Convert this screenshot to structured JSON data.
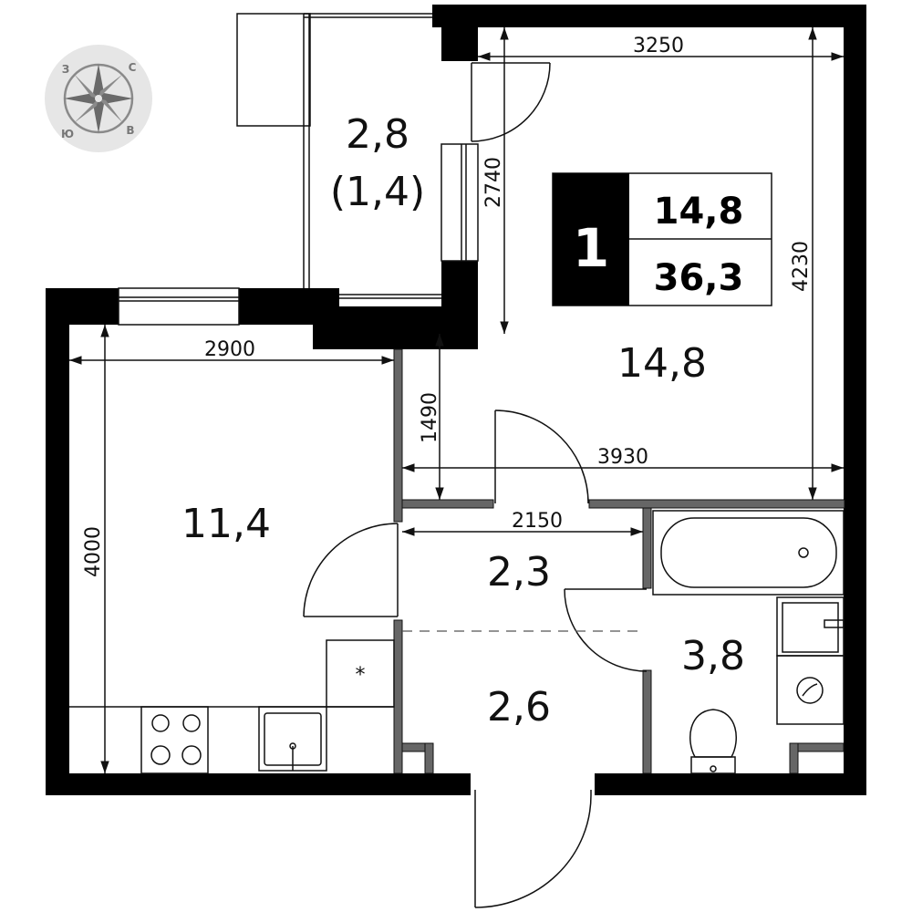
{
  "compass": {
    "north": "С",
    "west": "З",
    "south": "Ю",
    "east": "В"
  },
  "apartment": {
    "rooms": "1",
    "living_area": "14,8",
    "total_area": "36,3"
  },
  "rooms": {
    "balcony": {
      "area": "2,8",
      "reduced": "(1,4)"
    },
    "living": {
      "area": "14,8"
    },
    "kitchen": {
      "area": "11,4"
    },
    "corridor": {
      "area": "2,3"
    },
    "hall": {
      "area": "2,6"
    },
    "bathroom": {
      "area": "3,8"
    }
  },
  "dimensions": {
    "d3250": "3250",
    "d2740": "2740",
    "d4230": "4230",
    "d2900": "2900",
    "d1490": "1490",
    "d3930": "3930",
    "d2150": "2150",
    "d4000": "4000"
  },
  "colors": {
    "wall": "#000000",
    "line": "#111111",
    "compass": "#e6e6e6"
  }
}
